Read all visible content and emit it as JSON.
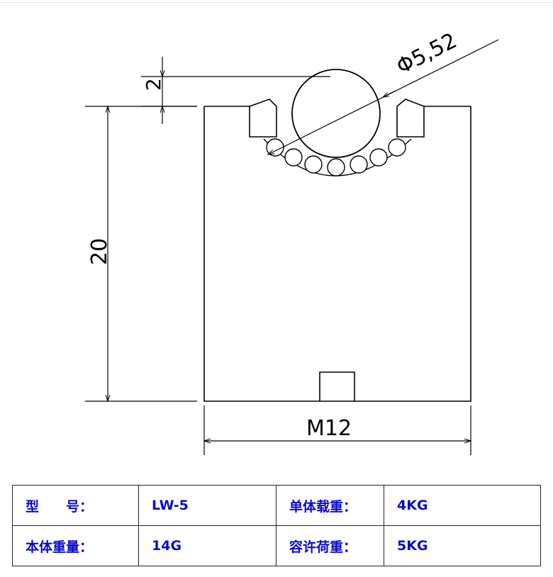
{
  "drawing": {
    "dim_diameter": "Φ5,52",
    "dim_ball_protrusion": "2",
    "dim_height": "20",
    "dim_thread": "M12"
  },
  "specs": {
    "rows": [
      {
        "label1": "型　　号：",
        "value1": "LW-5",
        "label2": "单体载重：",
        "value2": "4KG"
      },
      {
        "label1": "本体重量：",
        "value1": "14G",
        "label2": "容许荷重：",
        "value2": "5KG"
      }
    ]
  },
  "colors": {
    "label_text": "#0a0ad0",
    "line": "#000000"
  }
}
